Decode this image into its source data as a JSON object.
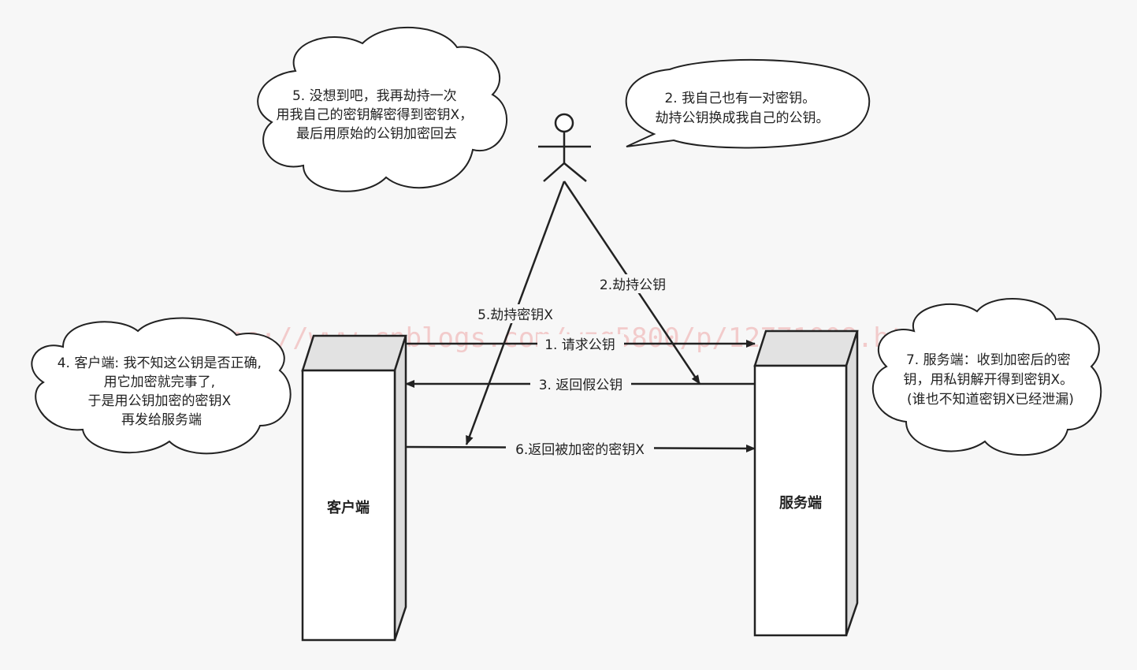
{
  "watermark": "https://www.cnblogs.com/wzg5800/p/12771008.html",
  "nodes": {
    "client": "客户端",
    "server": "服务端"
  },
  "arrows": {
    "step1": "1. 请求公钥",
    "step2": "2.劫持公钥",
    "step3": "3. 返回假公钥",
    "step5": "5.劫持密钥X",
    "step6": "6.返回被加密的密钥X"
  },
  "clouds": {
    "attacker_step5": [
      "5. 没想到吧，我再劫持一次",
      "用我自己的密钥解密得到密钥X，",
      "最后用原始的公钥加密回去"
    ],
    "attacker_step2": [
      "2. 我自己也有一对密钥。",
      "劫持公钥换成我自己的公钥。"
    ],
    "client_step4": [
      "4. 客户端: 我不知这公钥是否正确,",
      "用它加密就完事了,",
      "于是用公钥加密的密钥X",
      "再发给服务端"
    ],
    "server_step7": [
      "7. 服务端：收到加密后的密",
      "钥，用私钥解开得到密钥X。",
      "(谁也不知道密钥X已经泄漏)"
    ]
  }
}
